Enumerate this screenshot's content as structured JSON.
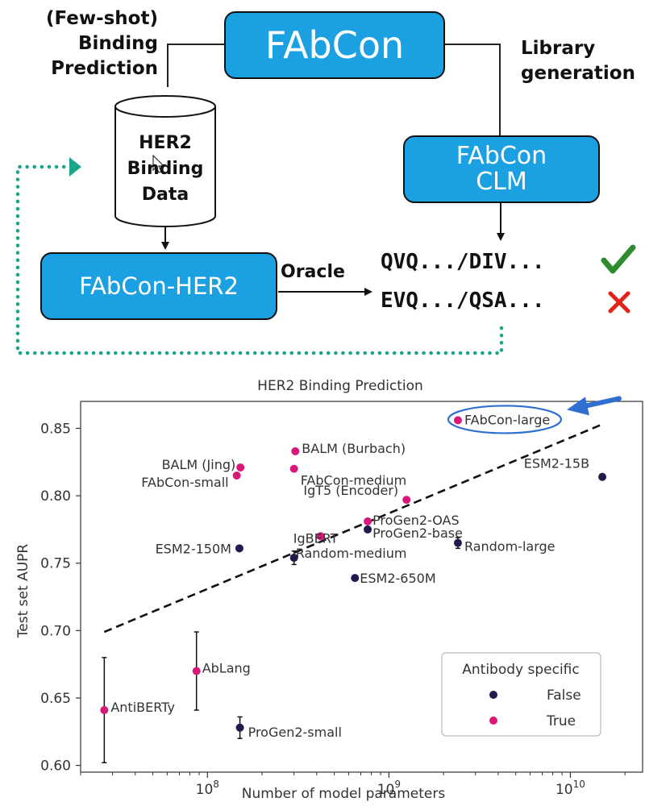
{
  "diagram": {
    "left_label": [
      "(Few-shot)",
      "Binding",
      "Prediction"
    ],
    "right_label": [
      "Library",
      "generation"
    ],
    "main_box": "FAbCon",
    "clm_box": [
      "FAbCon",
      "CLM"
    ],
    "data_cylinder": [
      "HER2",
      "Binding",
      "Data"
    ],
    "her2_box": "FAbCon-HER2",
    "oracle_label": "Oracle",
    "sequences": [
      {
        "text": "QVQ.../DIV...",
        "mark": "check-icon",
        "color": "#2e8b2e"
      },
      {
        "text": "EVQ.../QSA...",
        "mark": "cross-icon",
        "color": "#e2231a"
      }
    ],
    "feedback_color": "#1aa58a"
  },
  "chart_data": {
    "type": "scatter",
    "title": "HER2 Binding Prediction",
    "xlabel": "Number of model parameters",
    "ylabel": "Test set AUPR",
    "xscale": "log",
    "xlim": [
      20000000,
      25000000000
    ],
    "ylim": [
      0.595,
      0.87
    ],
    "yticks": [
      0.6,
      0.65,
      0.7,
      0.75,
      0.8,
      0.85
    ],
    "ytick_labels": [
      "0.60",
      "0.65",
      "0.70",
      "0.75",
      "0.80",
      "0.85"
    ],
    "xticks": [
      100000000,
      1000000000,
      10000000000
    ],
    "xtick_labels": [
      [
        "10",
        "8"
      ],
      [
        "10",
        "9"
      ],
      [
        "10",
        "10"
      ]
    ],
    "legend": {
      "title": "Antibody specific",
      "position": "lower-right",
      "entries": [
        {
          "label": "False",
          "color": "#1f1b4d"
        },
        {
          "label": "True",
          "color": "#d9197a"
        }
      ]
    },
    "trendline": {
      "style": "dashed",
      "x": [
        27000000,
        15000000000
      ],
      "y": [
        0.699,
        0.853
      ]
    },
    "highlight": {
      "label": "FAbCon-large",
      "shape": "ellipse",
      "arrow": true,
      "color": "#2e6fd1"
    },
    "points": [
      {
        "label": "AntiBERTy",
        "x": 27000000,
        "y": 0.641,
        "specific": true,
        "err": 0.039
      },
      {
        "label": "AbLang",
        "x": 87000000,
        "y": 0.67,
        "specific": true,
        "err": 0.029
      },
      {
        "label": "ProGen2-small",
        "x": 151000000,
        "y": 0.628,
        "specific": false,
        "err": 0.008
      },
      {
        "label": "BALM (Jing)",
        "x": 152000000,
        "y": 0.821,
        "specific": true
      },
      {
        "label": "FAbCon-small",
        "x": 145000000,
        "y": 0.815,
        "specific": true
      },
      {
        "label": "ESM2-150M",
        "x": 150000000,
        "y": 0.761,
        "specific": false
      },
      {
        "label": "BALM (Burbach)",
        "x": 305000000,
        "y": 0.833,
        "specific": true
      },
      {
        "label": "FAbCon-medium",
        "x": 300000000,
        "y": 0.82,
        "specific": true
      },
      {
        "label": "Random-medium",
        "x": 300000000,
        "y": 0.754,
        "specific": false,
        "err": 0.005
      },
      {
        "label": "IgBERT",
        "x": 420000000,
        "y": 0.77,
        "specific": true
      },
      {
        "label": "ESM2-650M",
        "x": 650000000,
        "y": 0.739,
        "specific": false
      },
      {
        "label": "ProGen2-OAS",
        "x": 764000000,
        "y": 0.781,
        "specific": true
      },
      {
        "label": "ProGen2-base",
        "x": 764000000,
        "y": 0.775,
        "specific": false
      },
      {
        "label": "IgT5 (Encoder)",
        "x": 1250000000,
        "y": 0.797,
        "specific": true
      },
      {
        "label": "FAbCon-large",
        "x": 2400000000,
        "y": 0.856,
        "specific": true
      },
      {
        "label": "Random-large",
        "x": 2400000000,
        "y": 0.765,
        "specific": false,
        "err": 0.004
      },
      {
        "label": "ESM2-15B",
        "x": 15000000000,
        "y": 0.814,
        "specific": false
      }
    ]
  }
}
